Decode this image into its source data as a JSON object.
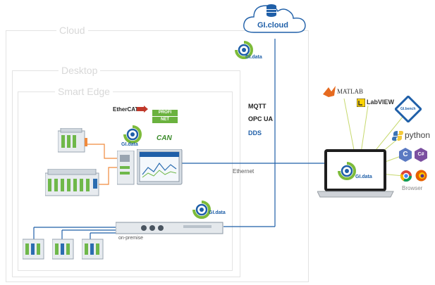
{
  "cloud": {
    "label": "GI.cloud",
    "color": "#1f5fa8"
  },
  "zones": {
    "cloud": "Cloud",
    "desktop": "Desktop",
    "smart_edge": "Smart Edge"
  },
  "badges": {
    "gi_data": "GI.data"
  },
  "fieldbus": {
    "ethercat": "EtherCAT.",
    "profinet_top": "PROFI",
    "profinet_bottom": "NET",
    "can": "CAN"
  },
  "protocols": {
    "mqtt": "MQTT",
    "opcua": "OPC UA",
    "dds": "DDS"
  },
  "network": {
    "ethernet": "Ethernet",
    "onpremise": "on-premise"
  },
  "tools": {
    "matlab": "MATLAB",
    "labview": "LabVIEW",
    "gibench": "GI.bench",
    "python": "python",
    "c": "C",
    "csharp": "C#",
    "browser": "Browser"
  },
  "colors": {
    "line": "#1f5fa8",
    "orange": "#f08a3c",
    "green": "#7dbb3a",
    "tool_line": "#c7d96f",
    "zone_border": "#e3e3e3",
    "zone_text": "#d8d8d8"
  },
  "icons": [
    "database-icon",
    "gi-data-logo",
    "laptop",
    "matlab-icon",
    "labview-icon",
    "gibench-icon",
    "python-icon",
    "c-icon",
    "csharp-icon",
    "chrome-icon",
    "firefox-icon"
  ]
}
